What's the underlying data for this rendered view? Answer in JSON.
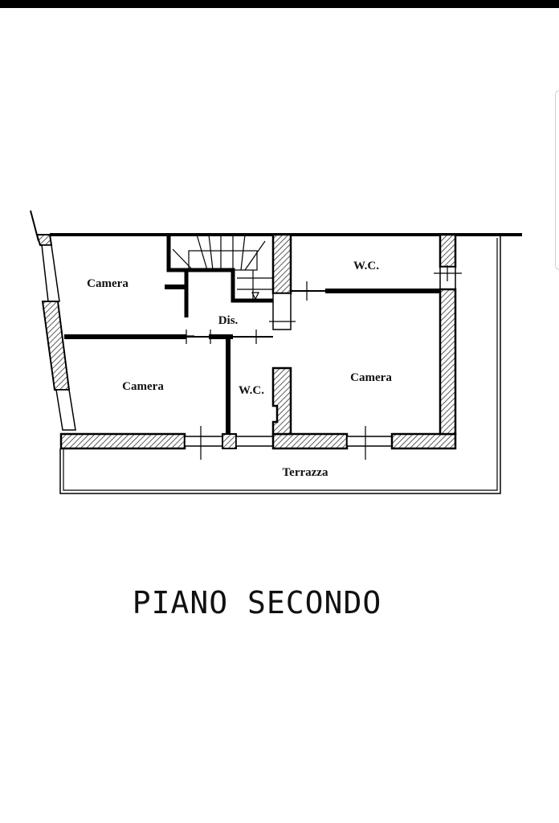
{
  "plan": {
    "rooms": {
      "camera_top_left": "Camera",
      "dis": "Dis.",
      "wc_top_right": "W.C.",
      "camera_bottom_left": "Camera",
      "wc_center": "W.C.",
      "camera_right": "Camera",
      "terrace": "Terrazza"
    },
    "title": "PIANO SECONDO"
  }
}
